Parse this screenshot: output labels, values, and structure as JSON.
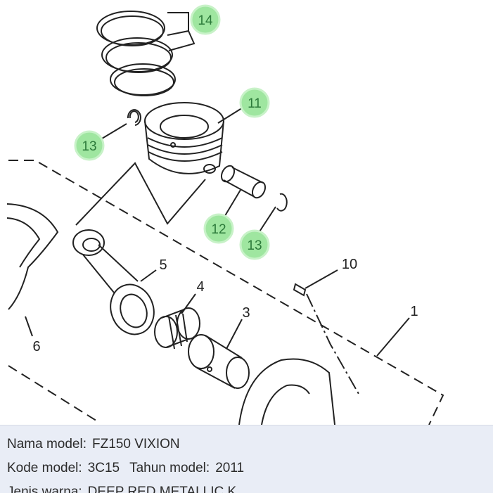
{
  "diagram": {
    "callouts": [
      "14",
      "11",
      "13",
      "12",
      "13"
    ],
    "refs": [
      "10",
      "5",
      "4",
      "3",
      "1",
      "6"
    ],
    "colors": {
      "callout_fill": "#9fe6a0",
      "callout_text": "#2c7a3a",
      "line": "#222222"
    }
  },
  "info": {
    "model_name_label": "Nama model:",
    "model_name_value": "FZ150 VIXION",
    "model_code_label": "Kode model:",
    "model_code_value": "3C15",
    "model_year_label": "Tahun model:",
    "model_year_value": "2011",
    "color_label": "Jenis warna:",
    "color_value": "DEEP RED METALLIC K"
  }
}
